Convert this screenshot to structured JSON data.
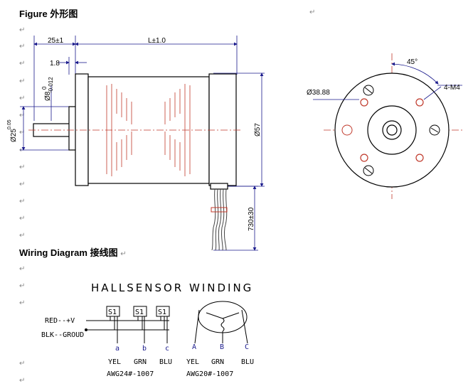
{
  "headings": {
    "figure": "Figure",
    "figure_cjk": "外形图",
    "wiring": "Wiring Diagram",
    "wiring_cjk": "接线图"
  },
  "paragraph_mark": "↵",
  "side_view": {
    "dim_25": "25±1",
    "dim_L": "L±1.0",
    "dim_1_8": "1.8",
    "dim_shaft": "Ø8",
    "dim_shaft_tol_upper": "0",
    "dim_shaft_tol_lower": "-0.012",
    "dim_pilot": "Ø25",
    "dim_pilot_tol": "0.05",
    "dim_body": "Ø57",
    "dim_lead": "730±30"
  },
  "front_view": {
    "dim_angle": "45°",
    "dim_bolt_circle": "Ø38.88",
    "dim_holes": "4-M4"
  },
  "wiring": {
    "title": "HALLSENSOR WINDING",
    "red_label": "RED--+V",
    "blk_label": "BLK--GROUD",
    "sensor_label": "S1",
    "sensor_pins": [
      "a",
      "b",
      "c"
    ],
    "sensor_colors": [
      "YEL",
      "GRN",
      "BLU"
    ],
    "sensor_awg": "AWG24#-1007",
    "winding_pins": [
      "A",
      "B",
      "C"
    ],
    "winding_colors": [
      "YEL",
      "GRN",
      "BLU"
    ],
    "winding_awg": "AWG20#-1007"
  }
}
